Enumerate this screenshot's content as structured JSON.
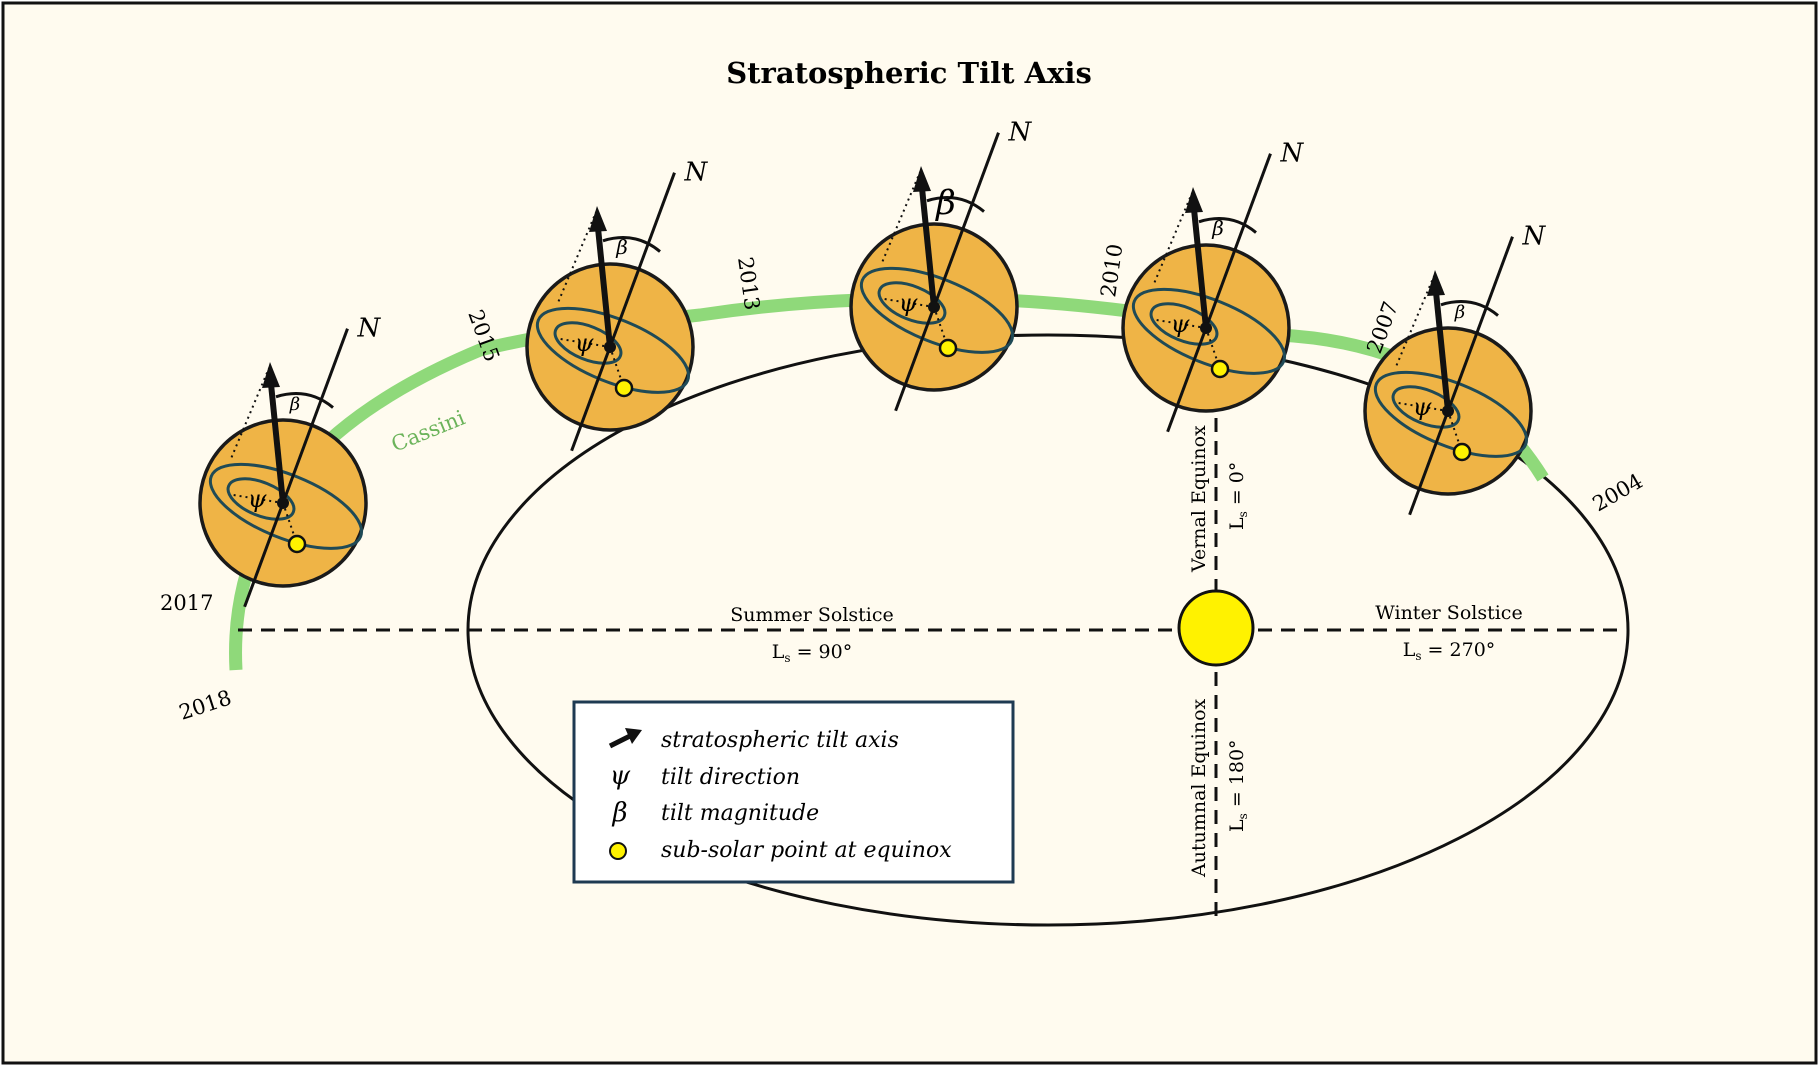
{
  "title": "Stratospheric Tilt Axis",
  "orbit": {
    "mission_label": "Cassini",
    "years": [
      "2004",
      "2007",
      "2010",
      "2013",
      "2015",
      "2017",
      "2018"
    ]
  },
  "seasons": {
    "vernal_equinox": {
      "name": "Vernal Equinox",
      "ls": "0°"
    },
    "summer_solstice": {
      "name": "Summer Solstice",
      "ls": "90°"
    },
    "autumnal_equinox": {
      "name": "Autumnal Equinox",
      "ls": "180°"
    },
    "winter_solstice": {
      "name": "Winter Solstice",
      "ls": "270°"
    },
    "ls_prefix": "L",
    "ls_subscript": "s",
    "ls_equals": " = "
  },
  "planet_labels": {
    "north": "N",
    "beta": "β",
    "psi": "ψ"
  },
  "legend": {
    "items": [
      {
        "symbol": "arrow",
        "text": "stratospheric tilt axis"
      },
      {
        "symbol": "ψ",
        "text": "tilt direction"
      },
      {
        "symbol": "β",
        "text": "tilt magnitude"
      },
      {
        "symbol": "dot",
        "text": "sub-solar point at equinox"
      }
    ]
  },
  "colors": {
    "background": "#fffbef",
    "planet": "#efb446",
    "planet_outline": "#1a1a1a",
    "orbit_track": "#8fd97a",
    "sun": "#fff200",
    "cassini_text": "#6bb35a"
  }
}
